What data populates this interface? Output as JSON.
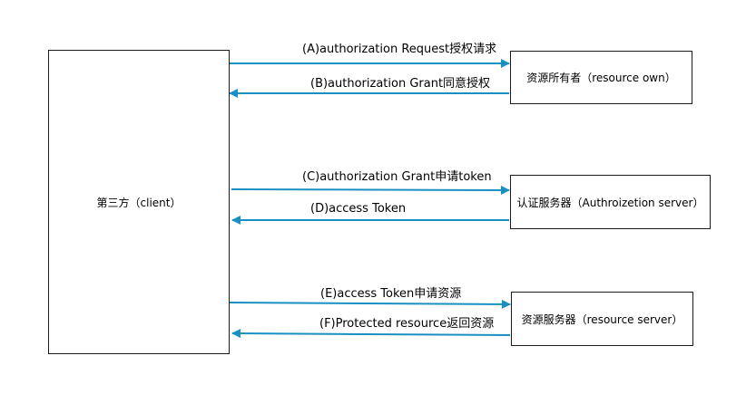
{
  "nodes": {
    "client": "第三方（client）",
    "resource_owner": "资源所有者（resource own）",
    "auth_server": "认证服务器（Authroizetion server）",
    "resource_server": "资源服务器（resource server）"
  },
  "edges": {
    "a": "(A)authorization Request授权请求",
    "b": "(B)authorization Grant同意授权",
    "c": "(C)authorization Grant申请token",
    "d": "(D)access Token",
    "e": "(E)access Token申请资源",
    "f": "(F)Protected resource返回资源"
  },
  "colors": {
    "arrow": "#1a8fc2",
    "border": "#1a1a1a"
  }
}
